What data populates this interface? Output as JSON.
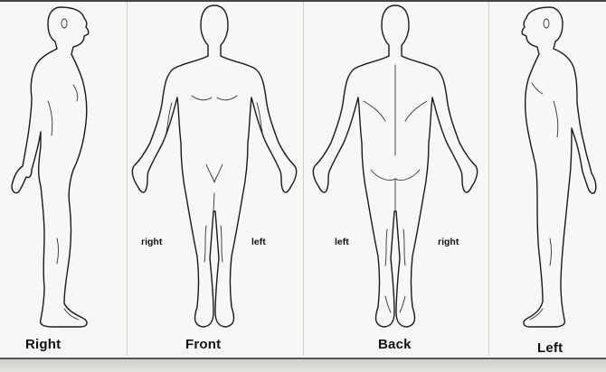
{
  "views": {
    "right": {
      "label": "Right"
    },
    "front": {
      "label": "Front",
      "left_side": "right",
      "right_side": "left"
    },
    "back": {
      "label": "Back",
      "left_side": "left",
      "right_side": "right"
    },
    "left": {
      "label": "Left"
    }
  }
}
